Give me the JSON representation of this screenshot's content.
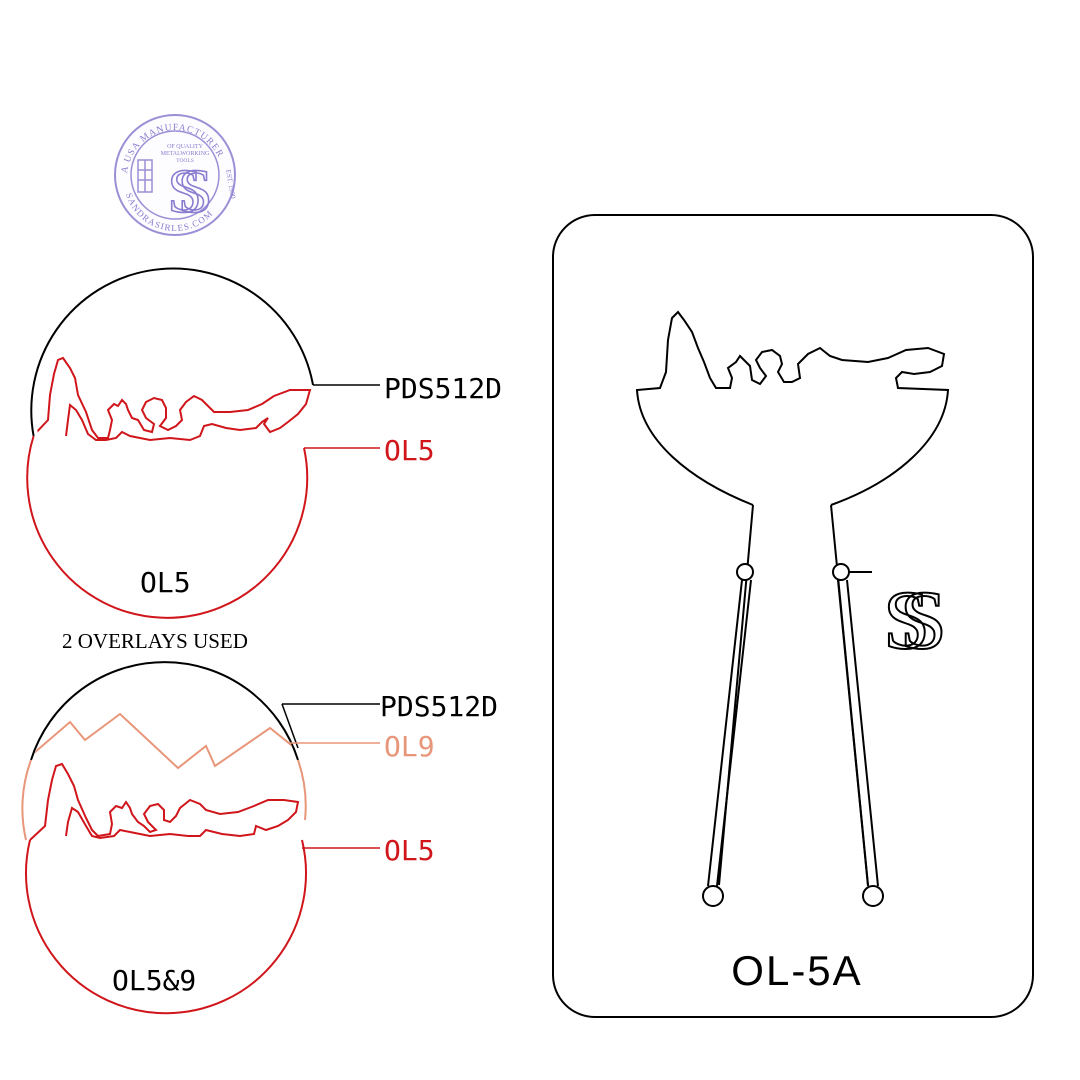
{
  "colors": {
    "black": "#000000",
    "red": "#d0161b",
    "salmon": "#e8967a",
    "logo": "#9c8fd6"
  },
  "logo": {
    "ring_text": "A USA MANUFACTURER OF QUALITY METALWORKING TOOLS EST. 1990",
    "ring_top": "A USA MANUFACTURER",
    "ring_right": "EST. 1990",
    "ring_bottom": "SANDRASIRLES.COM",
    "inner_line1": "OF QUALITY",
    "inner_line2": "METALWORKING",
    "inner_line3": "TOOLS",
    "monogram": "SS"
  },
  "diagram1": {
    "top_label": "PDS512D",
    "bottom_label": "OL5",
    "caption": "OL5"
  },
  "diagram2": {
    "heading": "2 OVERLAYS USED",
    "top_label": "PDS512D",
    "middle_label": "OL9",
    "bottom_label": "OL5",
    "caption": "OL5&9"
  },
  "stencil": {
    "monogram": "SS",
    "caption": "OL-5A"
  }
}
